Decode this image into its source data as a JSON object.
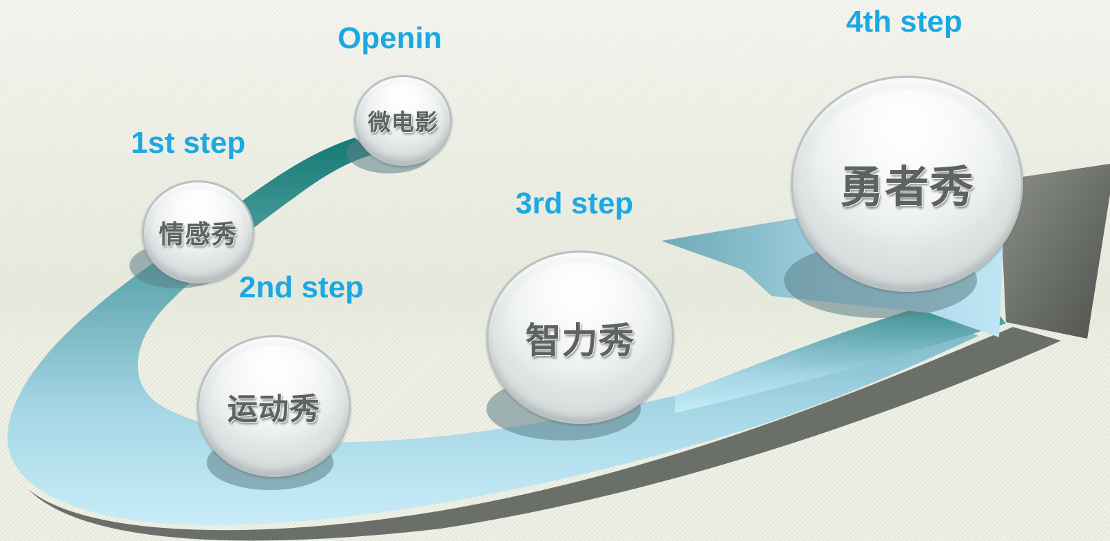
{
  "steps": [
    {
      "label": "Openin",
      "node": "微电影"
    },
    {
      "label": "1st step",
      "node": "情感秀"
    },
    {
      "label": "2nd step",
      "node": "运动秀"
    },
    {
      "label": "3rd step",
      "node": "智力秀"
    },
    {
      "label": "4th step",
      "node": "勇者秀"
    }
  ],
  "colors": {
    "label_text": "#1ba8e3",
    "node_text": "#5e6263",
    "ribbon_dark": "#157a72",
    "ribbon_light": "#c6eaf6",
    "ribbon_shadow": "#6c706b"
  }
}
